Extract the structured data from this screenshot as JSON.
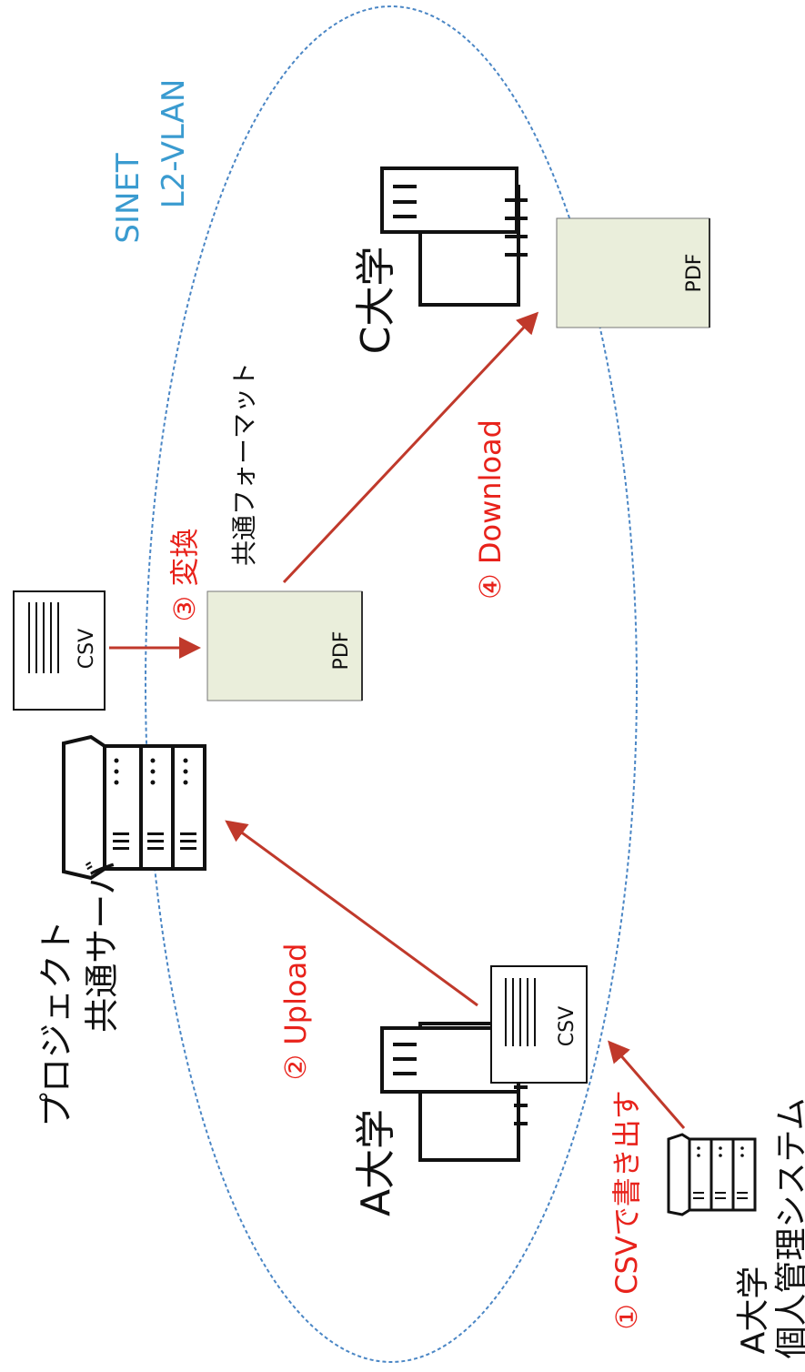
{
  "network": {
    "name_line1": "SINET",
    "name_line2": "L2-VLAN"
  },
  "nodes": {
    "project_server": {
      "label_line1": "プロジェクト",
      "label_line2": "共通サーバ"
    },
    "univ_a": {
      "label": "A大学"
    },
    "univ_c": {
      "label": "C大学"
    },
    "univ_a_system": {
      "label_line1": "A大学",
      "label_line2": "個人管理システム"
    }
  },
  "documents": {
    "csv_a": "CSV",
    "csv_server": "CSV",
    "pdf_server": "PDF",
    "pdf_c": "PDF",
    "common_format": "共通フォーマット"
  },
  "steps": {
    "step1": "① CSVで書き出す",
    "step2": "② Upload",
    "step3": "③ 変換",
    "step4": "④ Download"
  },
  "colors": {
    "network_ellipse": "#4a86c5",
    "network_label": "#3a9bd0",
    "arrow": "#c0392b",
    "step_text": "#e8221b",
    "pdf_fill": "#eaeedb"
  }
}
